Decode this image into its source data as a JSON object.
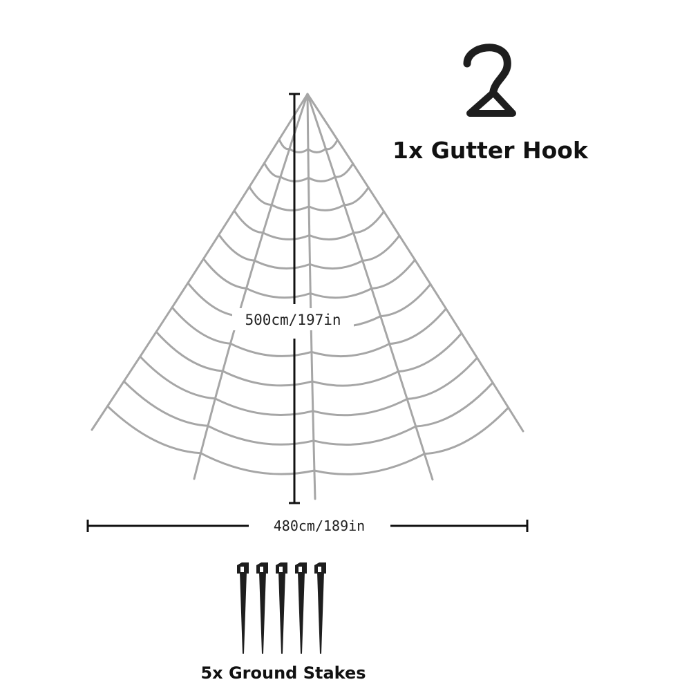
{
  "dimensions": {
    "height_label": "500cm/197in",
    "width_label": "480cm/189in"
  },
  "accessories": {
    "hook_label": "1x Gutter Hook",
    "stakes_label": "5x Ground Stakes",
    "stake_count": 5
  },
  "colors": {
    "web": "#a6a6a6",
    "measure": "#111111",
    "parts": "#1e1e1e"
  },
  "icons": [
    "gutter-hook-icon",
    "ground-stake-icon"
  ]
}
